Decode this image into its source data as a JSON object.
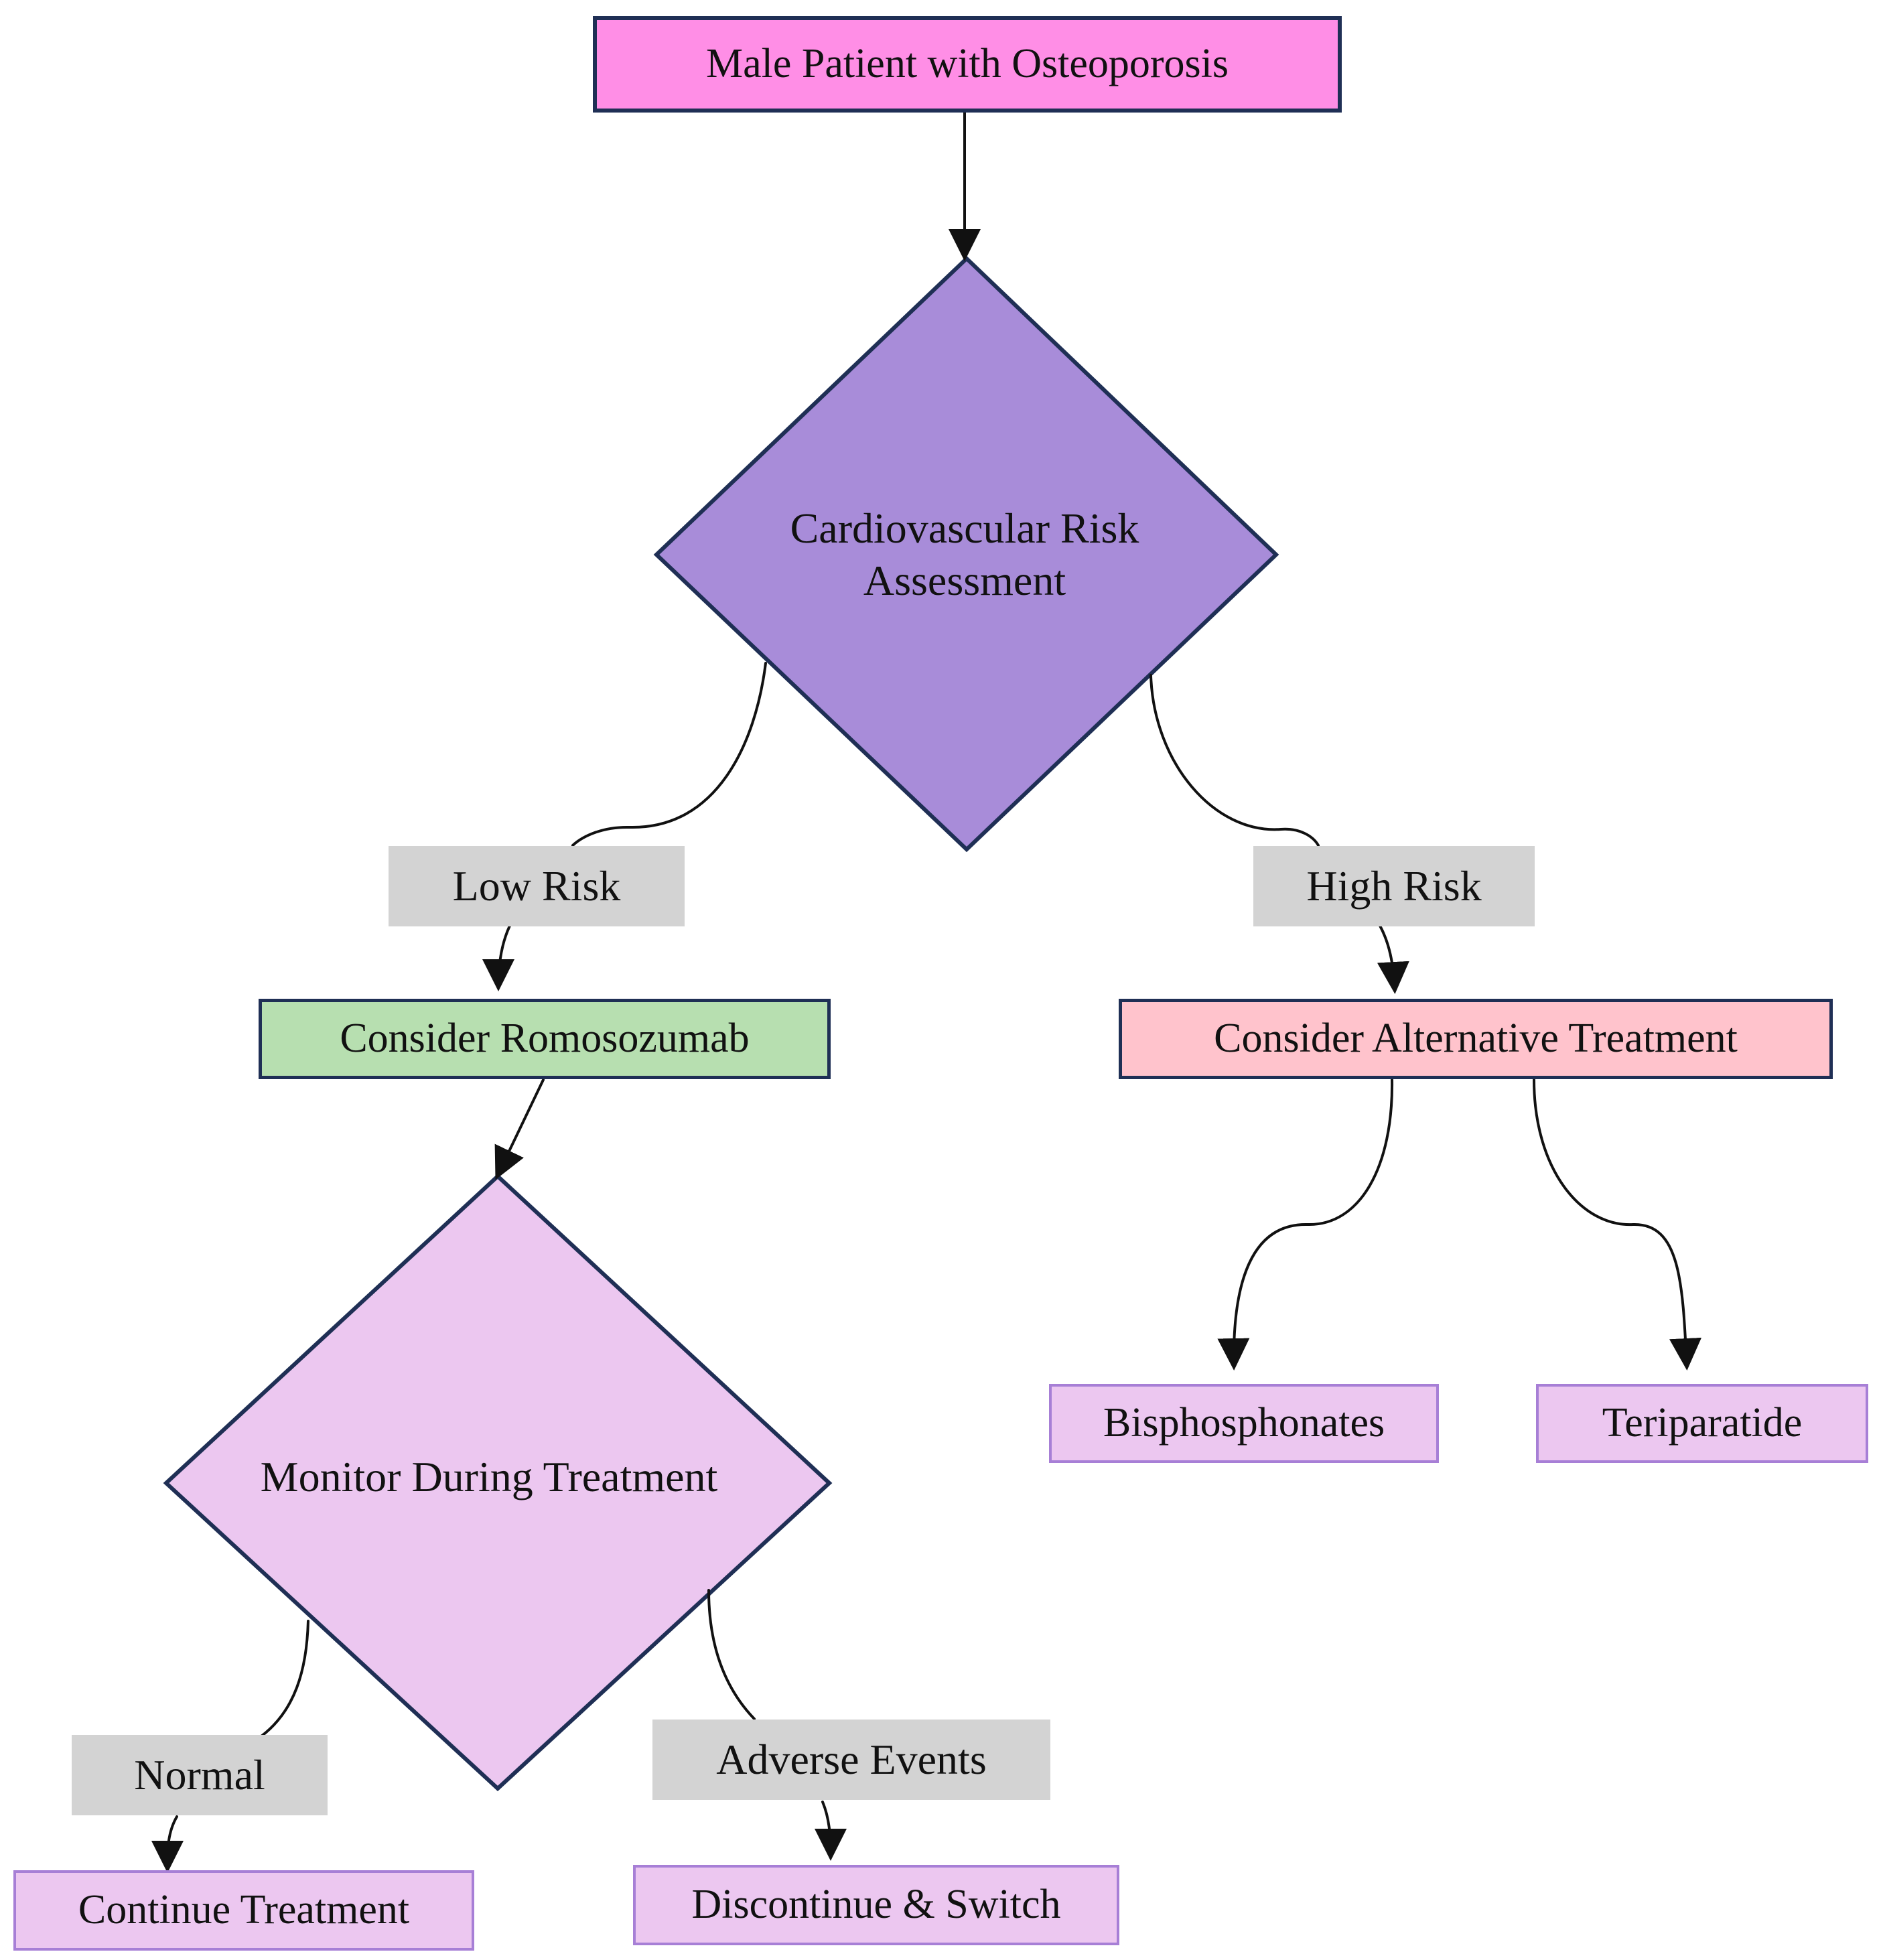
{
  "diagram": {
    "colors": {
      "start_fill": "#ff8ee6",
      "risk_diamond_fill": "#a88cd9",
      "monitor_diamond_fill": "#ecc7f0",
      "low_risk_box_fill": "#b7dfb0",
      "alternative_box_fill": "#ffc3cc",
      "outcome_fill": "#ecc7f0",
      "chip_fill": "#d3d3d3",
      "dark_stroke": "#1f2f55",
      "outcome_stroke": "#a77fd6",
      "connector": "#111111"
    },
    "nodes": {
      "start": "Male Patient with Osteoporosis",
      "risk_assessment": "Cardiovascular Risk\nAssessment",
      "low_risk": "Low Risk",
      "high_risk": "High Risk",
      "consider_romosozumab": "Consider Romosozumab",
      "consider_alternative": "Consider Alternative Treatment",
      "monitor": "Monitor During Treatment",
      "bisphosphonates": "Bisphosphonates",
      "teriparatide": "Teriparatide",
      "normal": "Normal",
      "adverse_events": "Adverse Events",
      "continue_treatment": "Continue Treatment",
      "discontinue_switch": "Discontinue & Switch"
    }
  }
}
